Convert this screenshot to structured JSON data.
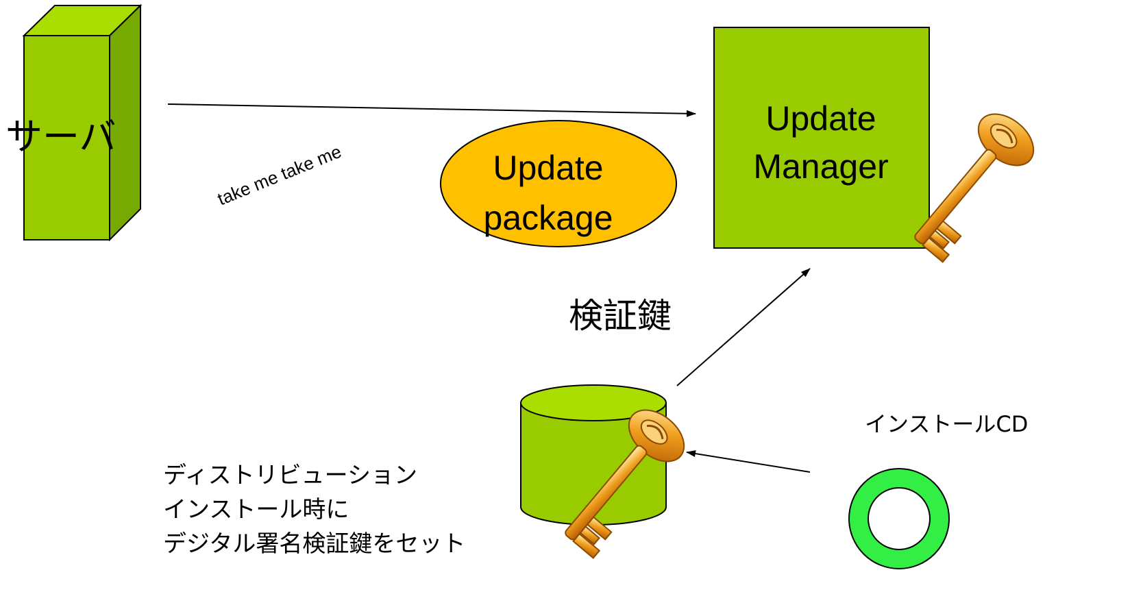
{
  "server": {
    "label": "サーバ"
  },
  "annotation": {
    "text": "take me take me",
    "color": "#1010ff"
  },
  "update_package": {
    "line1": "Update",
    "line2": "package",
    "fill": "#ffc000"
  },
  "update_manager": {
    "line1": "Update",
    "line2": "Manager",
    "fill": "#99cc00"
  },
  "verification_key_label": "検証鍵",
  "keystore": {
    "fill": "#99cc00"
  },
  "install_cd": {
    "label": "インストールCD",
    "fill": "#33ee44"
  },
  "description": {
    "line1": "ディストリビューション",
    "line2": "インストール時に",
    "line3": "デジタル署名検証鍵をセット"
  },
  "icons": [
    "server-box-icon",
    "key-icon",
    "database-cylinder-icon",
    "cd-disc-icon"
  ]
}
